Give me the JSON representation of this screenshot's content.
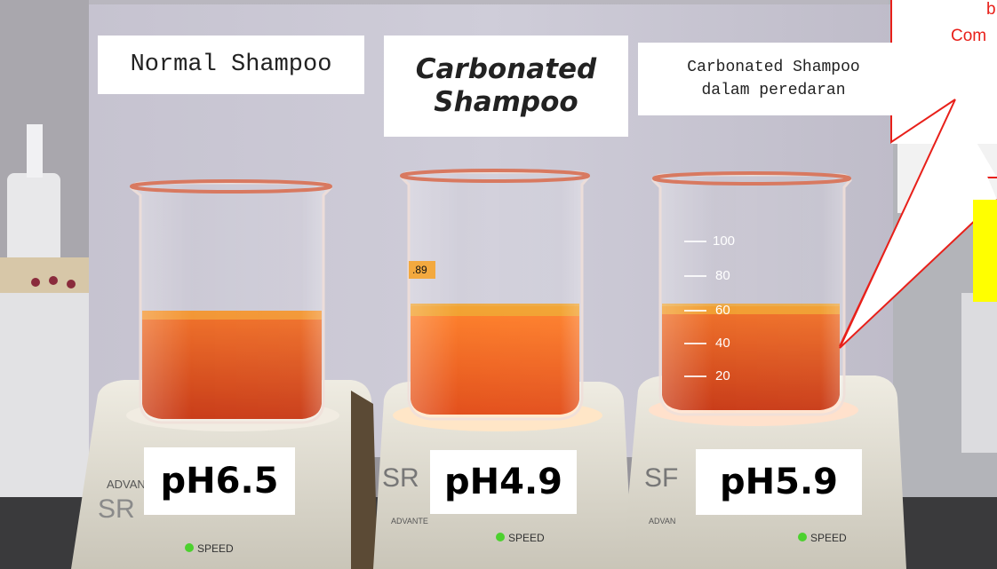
{
  "labels": {
    "normal": "Normal Shampoo",
    "carbonated_line1": "Carbonated",
    "carbonated_line2": "Shampoo",
    "market_line1": "Carbonated Shampoo",
    "market_line2": "dalam peredaran"
  },
  "ph": {
    "left": "pH6.5",
    "middle": "pH4.9",
    "right": "pH5.9"
  },
  "callout": {
    "line1": "b",
    "line2": "Com",
    "border_color": "#e8201a",
    "highlight_color": "#ffff00"
  },
  "beaker_marks": {
    "right": [
      "100",
      "80",
      "60",
      "40",
      "20"
    ],
    "price_tag": ".89"
  },
  "stirrer": {
    "brand_left": "ADVAN",
    "model": "SR",
    "speed": "SPEED"
  },
  "colors": {
    "liquid": "#e8460f",
    "liquid_dark": "#c8300a",
    "backdrop": "#c9c6d3",
    "stirrer": "#e4e0d4"
  }
}
